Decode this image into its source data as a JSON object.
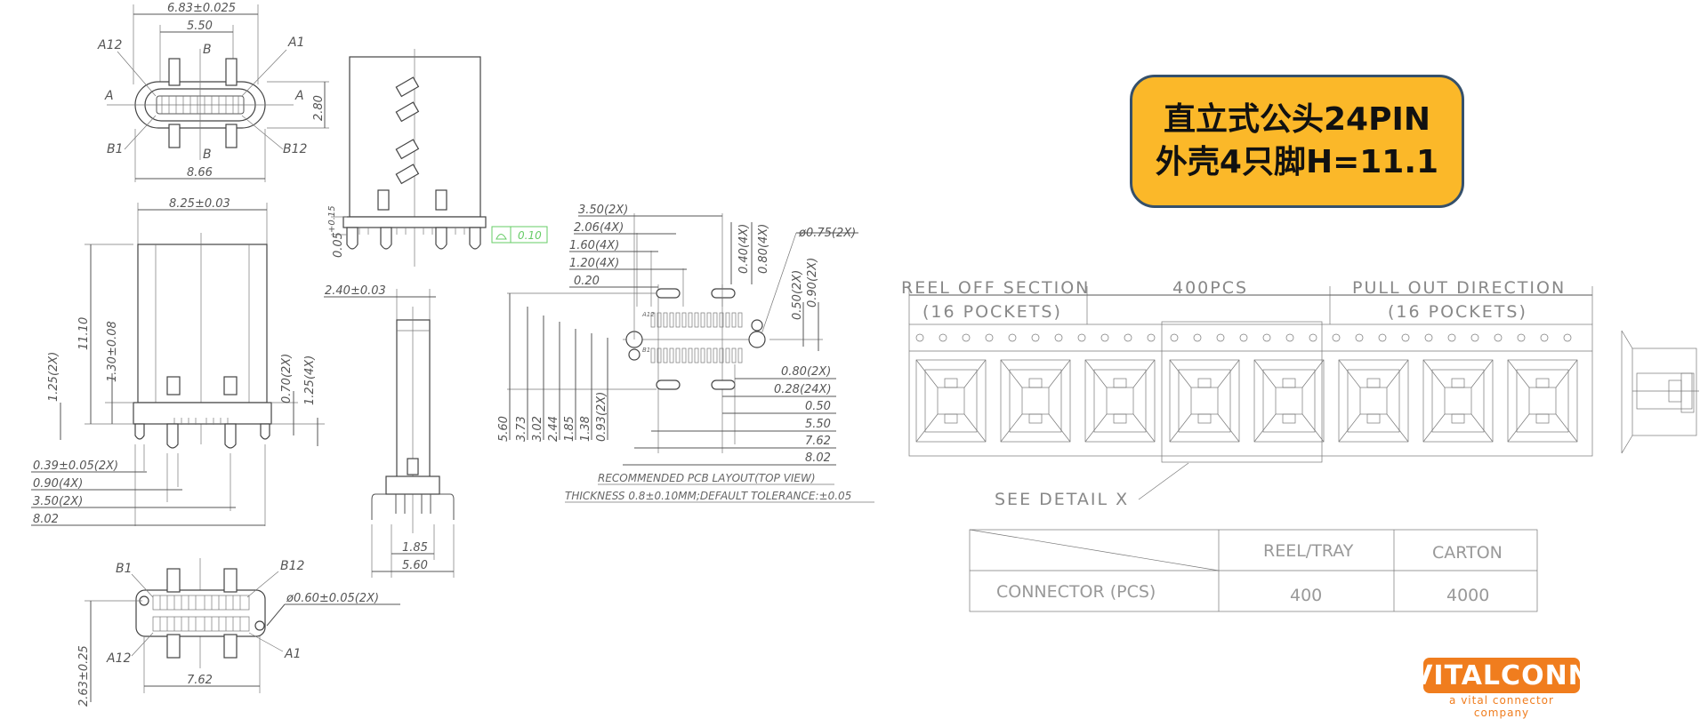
{
  "title": {
    "line1": "直立式公头24PIN",
    "line2": "外壳4只脚H=11.1"
  },
  "top_view": {
    "dims": [
      "6.83±0.025",
      "5.50",
      "8.66",
      "2.80"
    ],
    "pins": [
      "A12",
      "A1",
      "B1",
      "B12"
    ],
    "section_marks": [
      "A",
      "A",
      "B",
      "B"
    ]
  },
  "side_view": {
    "dims": [
      "0.05",
      "+0.15",
      "0.10"
    ],
    "tolerance_frame": "0.10"
  },
  "front_view": {
    "dims": [
      "8.25±0.03",
      "11.10",
      "1.30±0.08",
      "1.25(2X)",
      "0.70(2X)",
      "1.25(4X)",
      "0.39±0.05(2X)",
      "0.90(4X)",
      "3.50(2X)",
      "8.02"
    ]
  },
  "end_view": {
    "dims": [
      "2.40±0.03",
      "1.85",
      "5.60"
    ]
  },
  "bottom_view": {
    "pins": [
      "B1",
      "B12",
      "A12",
      "A1"
    ],
    "dims": [
      "ø0.60±0.05(2X)",
      "7.62",
      "2.63±0.25"
    ]
  },
  "pcb_layout": {
    "top_dims": [
      "3.50(2X)",
      "2.06(4X)",
      "1.60(4X)",
      "1.20(4X)",
      "0.20"
    ],
    "top_right_dims": [
      "0.40(4X)",
      "0.80(4X)",
      "ø0.75(2X)",
      "0.50(2X)",
      "0.90(2X)"
    ],
    "left_dims": [
      "5.60",
      "3.73",
      "3.02",
      "2.44",
      "1.85",
      "1.38",
      "0.93(2X)"
    ],
    "right_dims": [
      "0.80(2X)",
      "0.28(24X)",
      "0.50",
      "5.50",
      "7.62",
      "8.02"
    ],
    "pad_labels": [
      "A12",
      "B1"
    ],
    "caption": "RECOMMENDED PCB LAYOUT(TOP VIEW)",
    "note": "THICKNESS 0.8±0.10MM;DEFAULT TOLERANCE:±0.05"
  },
  "reel": {
    "reel_off": "REEL OFF SECTION",
    "reel_off_pockets": "(16 POCKETS)",
    "qty": "400PCS",
    "pull_out": "PULL OUT DIRECTION",
    "pull_out_pockets": "(16 POCKETS)",
    "detail": "SEE DETAIL X"
  },
  "packing_table": {
    "headers": [
      "REEL/TRAY",
      "CARTON"
    ],
    "row_label": "CONNECTOR (PCS)",
    "values": [
      "400",
      "4000"
    ]
  },
  "logo": {
    "brand": "VITALCONN",
    "tagline": "a vital connector company",
    "color": "#f07d1e"
  },
  "colors": {
    "title_fill": "#fbb829",
    "title_border": "#35506b"
  }
}
